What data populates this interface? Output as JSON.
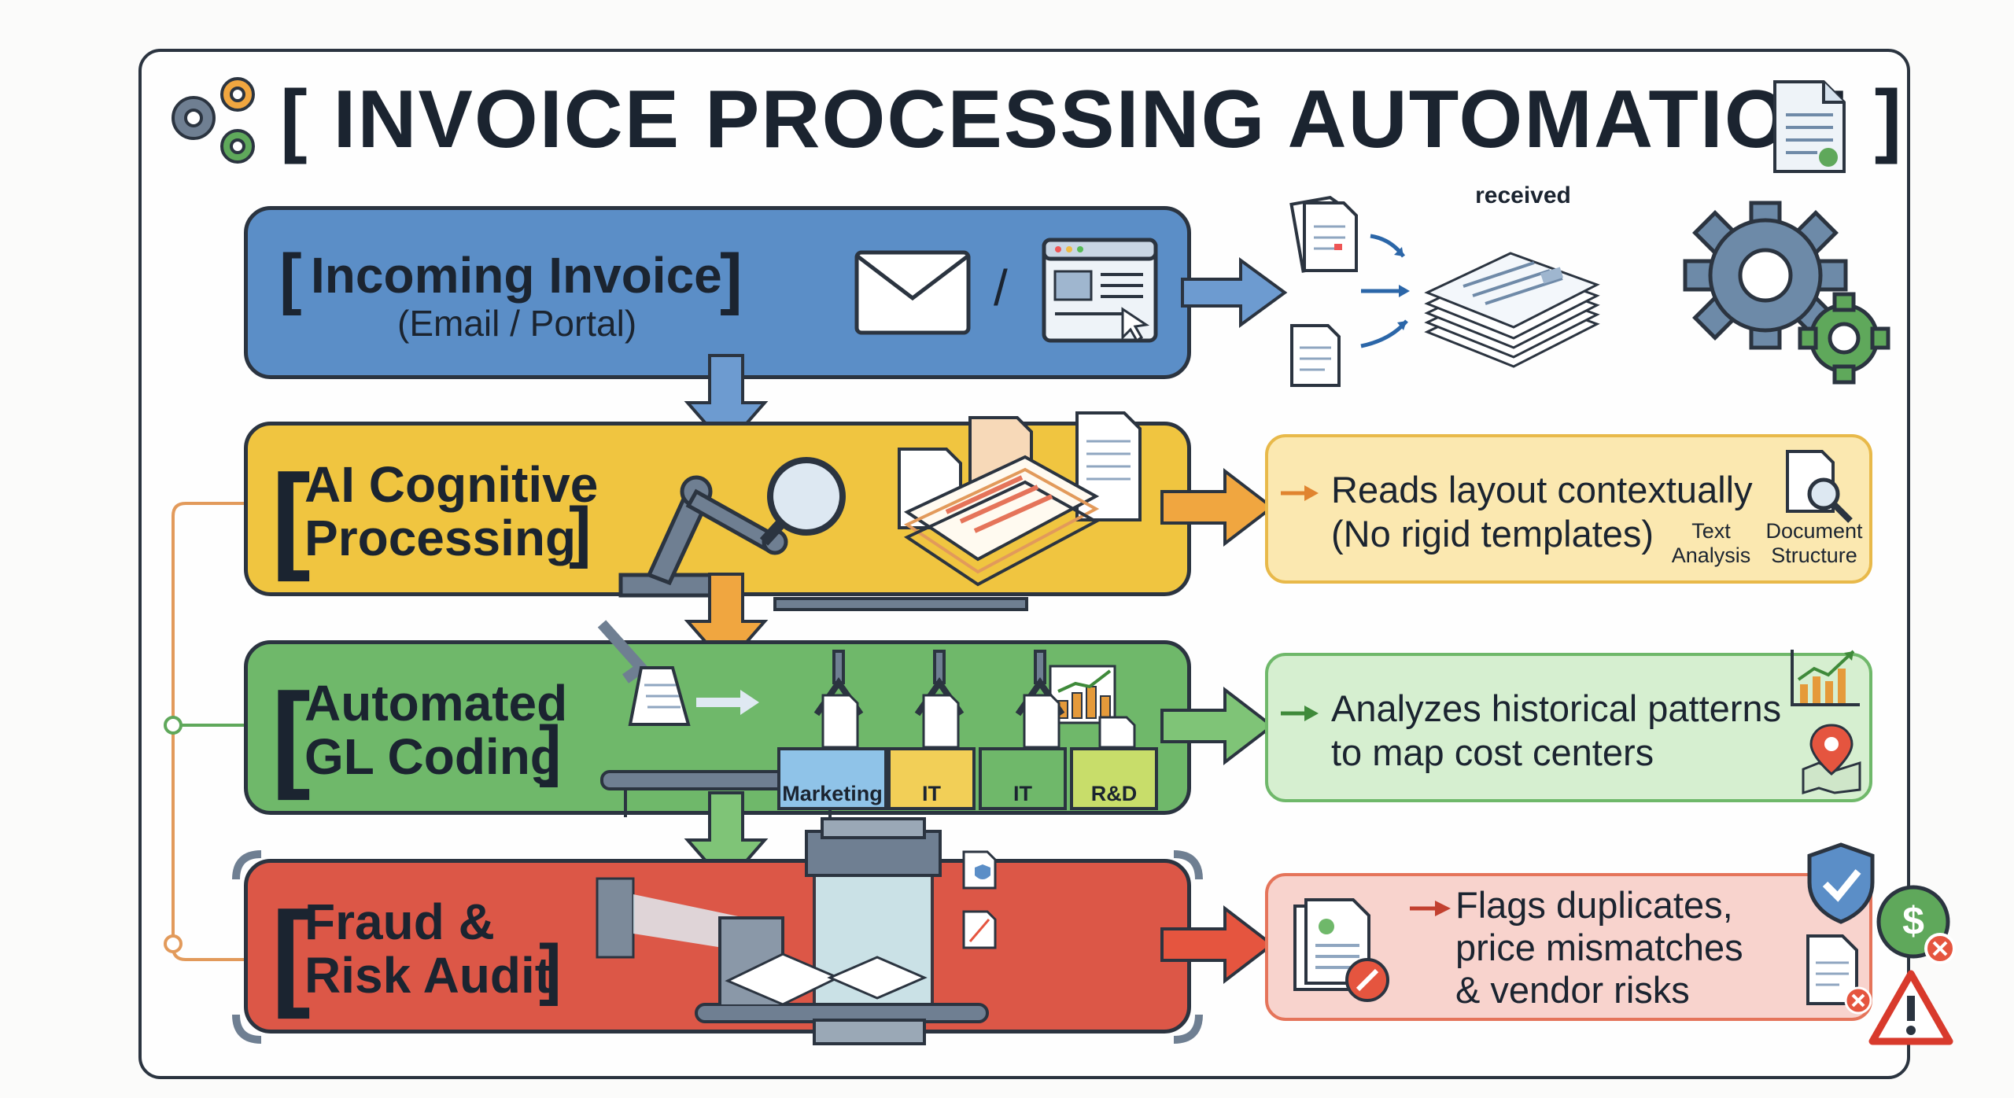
{
  "title": "[ INVOICE PROCESSING AUTOMATION ]",
  "colors": {
    "blue": "#5b8ec7",
    "yellow": "#f0c540",
    "green": "#6fb86a",
    "red": "#dc5747",
    "outline": "#2b3440"
  },
  "stages": [
    {
      "title": "Incoming Invoice",
      "subtitle": "(Email / Portal)",
      "separator": "/",
      "received_label": "received",
      "icons": [
        "envelope-icon",
        "browser-portal-icon",
        "document-stack-icon",
        "gear-icon"
      ]
    },
    {
      "title_line1": "AI Cognitive",
      "title_line2": "Processing",
      "callout_line1": "Reads layout contextually",
      "callout_line2": "(No rigid templates)",
      "label_text": "Text\nAnalysis",
      "label_document": "Document\nStructure",
      "icons": [
        "robot-arm-icon",
        "magnifier-icon",
        "spreadsheet-icon",
        "document-search-icon"
      ]
    },
    {
      "title_line1": "Automated",
      "title_line2": "GL Coding",
      "callout_line1": "Analyzes historical patterns",
      "callout_line2": "to map cost centers",
      "bins": [
        "Marketing",
        "IT",
        "IT",
        "R&D"
      ],
      "icons": [
        "conveyor-icon",
        "claw-icon",
        "bar-chart-icon",
        "map-pin-icon"
      ]
    },
    {
      "title_line1": "Fraud &",
      "title_line2": "Risk Audit",
      "callout_line1": "Flags duplicates,",
      "callout_line2": "price mismatches",
      "callout_line3": "& vendor risks",
      "icons": [
        "scanner-icon",
        "shield-check-icon",
        "dollar-coin-icon",
        "warning-icon"
      ]
    }
  ]
}
